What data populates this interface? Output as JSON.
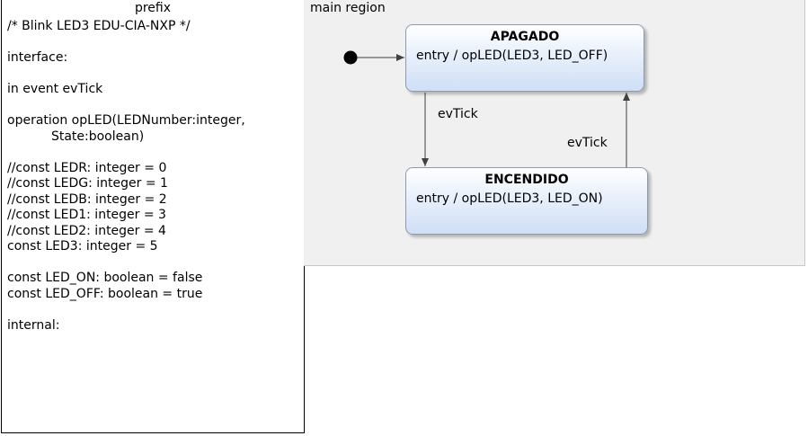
{
  "prefix_panel": {
    "title": "prefix",
    "lines": [
      "/* Blink LED3 EDU-CIA-NXP */",
      "",
      "interface:",
      "",
      "in event evTick",
      "",
      "operation opLED(LEDNumber:integer,",
      "           State:boolean)",
      "",
      "//const LEDR: integer = 0",
      "//const LEDG: integer = 1",
      "//const LEDB: integer = 2",
      "//const LED1: integer = 3",
      "//const LED2: integer = 4",
      "const LED3: integer = 5",
      "",
      "const LED_ON: boolean = false",
      "const LED_OFF: boolean = true",
      "",
      "internal:"
    ]
  },
  "region": {
    "label": "main region"
  },
  "states": {
    "apagado": {
      "name": "APAGADO",
      "action": "entry / opLED(LED3, LED_OFF)"
    },
    "encendido": {
      "name": "ENCENDIDO",
      "action": "entry / opLED(LED3, LED_ON)"
    }
  },
  "transitions": {
    "apagado_to_encendido": "evTick",
    "encendido_to_apagado": "evTick"
  },
  "colors": {
    "state_border": "#8a9bb3",
    "state_fill_top": "#ffffff",
    "state_fill_bottom": "#cfdff5",
    "region_background": "#f0f0f0"
  }
}
